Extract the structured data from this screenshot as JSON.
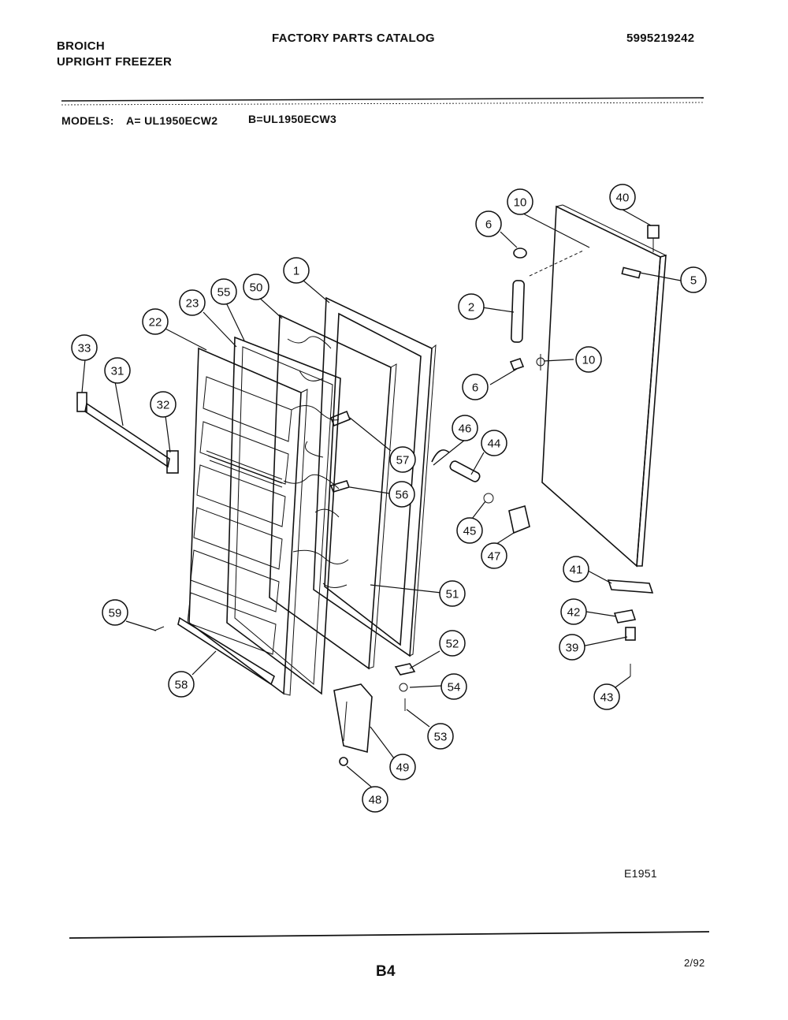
{
  "header": {
    "brand": "BROICH",
    "product": "UPRIGHT FREEZER",
    "catalog_title": "FACTORY PARTS CATALOG",
    "catalog_number": "5995219242",
    "models_label": "MODELS:",
    "model_a": "A= UL1950ECW2",
    "model_b": "B=UL1950ECW3"
  },
  "diagram": {
    "figure_id": "E1951",
    "callouts": [
      {
        "label": "1"
      },
      {
        "label": "2"
      },
      {
        "label": "5"
      },
      {
        "label": "6"
      },
      {
        "label": "6"
      },
      {
        "label": "10"
      },
      {
        "label": "10"
      },
      {
        "label": "22"
      },
      {
        "label": "23"
      },
      {
        "label": "31"
      },
      {
        "label": "32"
      },
      {
        "label": "33"
      },
      {
        "label": "39"
      },
      {
        "label": "40"
      },
      {
        "label": "41"
      },
      {
        "label": "42"
      },
      {
        "label": "43"
      },
      {
        "label": "44"
      },
      {
        "label": "45"
      },
      {
        "label": "46"
      },
      {
        "label": "47"
      },
      {
        "label": "48"
      },
      {
        "label": "49"
      },
      {
        "label": "50"
      },
      {
        "label": "51"
      },
      {
        "label": "52"
      },
      {
        "label": "53"
      },
      {
        "label": "54"
      },
      {
        "label": "55"
      },
      {
        "label": "56"
      },
      {
        "label": "57"
      },
      {
        "label": "58"
      },
      {
        "label": "59"
      }
    ]
  },
  "footer": {
    "page_number": "B4",
    "date": "2/92"
  }
}
